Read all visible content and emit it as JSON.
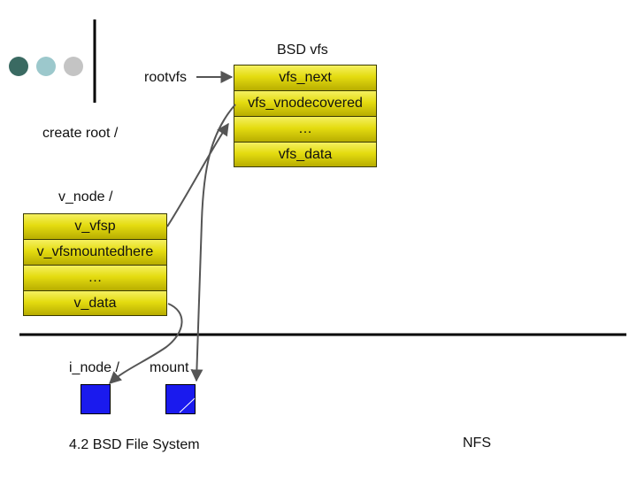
{
  "colors": {
    "dot_dark": "#3a6a62",
    "dot_mid": "#9cc8cc",
    "dot_light": "#c4c4c4",
    "cell_yellow": "#e4dc10",
    "square_blue": "#1a1aee",
    "line": "#000000",
    "arrow": "#555555"
  },
  "title_bsd_vfs": "BSD vfs",
  "rootvfs": "rootvfs",
  "create_root": "create root /",
  "vfs_struct": {
    "fields": [
      "vfs_next",
      "vfs_vnodecovered",
      "…",
      "vfs_data"
    ]
  },
  "vnode_label": "v_node /",
  "vnode_struct": {
    "fields": [
      "v_vfsp",
      "v_vfsmountedhere",
      "…",
      "v_data"
    ]
  },
  "inode_label": "i_node /",
  "mount_label": "mount",
  "footer_left": "4.2 BSD File System",
  "footer_right": "NFS"
}
